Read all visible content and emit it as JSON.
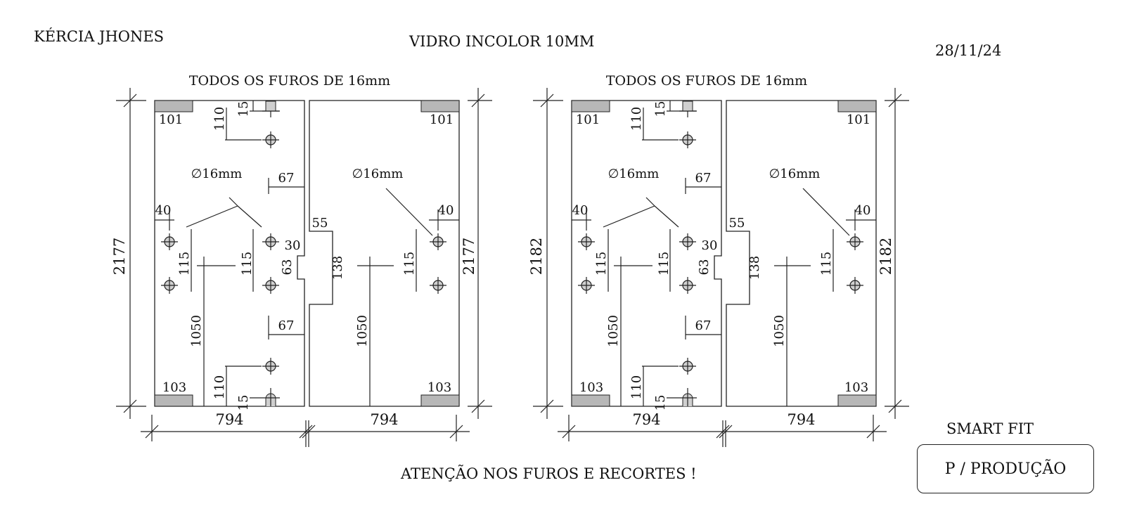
{
  "header": {
    "client": "KÉRCIA JHONES",
    "material": "VIDRO INCOLOR 10MM",
    "date": "28/11/24"
  },
  "footer": {
    "warning": "ATENÇÃO NOS FUROS E RECORTES !",
    "project": "SMART FIT",
    "stamp": "P / PRODUÇÃO"
  },
  "colors": {
    "line": "#222222",
    "fill": "#b7b7b7"
  },
  "drawings": [
    {
      "title": "TODOS OS FUROS DE 16mm",
      "height": "2177",
      "panel_width": [
        "794",
        "794"
      ],
      "hole_label": "∅16mm",
      "corner_labels": [
        "101",
        "101",
        "103",
        "103"
      ],
      "dims": {
        "edge_15": "15",
        "top_110": "110",
        "edge_67": "67",
        "side_40": "40",
        "pitch_115": "115",
        "lock_30": "30",
        "lock_63": "63",
        "cut_55": "55",
        "cut_138": "138",
        "low_1050": "1050"
      }
    },
    {
      "title": "TODOS OS FUROS DE 16mm",
      "height": "2182",
      "panel_width": [
        "794",
        "794"
      ],
      "hole_label": "∅16mm",
      "corner_labels": [
        "101",
        "101",
        "103",
        "103"
      ],
      "dims": {
        "edge_15": "15",
        "top_110": "110",
        "edge_67": "67",
        "side_40": "40",
        "pitch_115": "115",
        "lock_30": "30",
        "lock_63": "63",
        "cut_55": "55",
        "cut_138": "138",
        "low_1050": "1050"
      }
    }
  ]
}
